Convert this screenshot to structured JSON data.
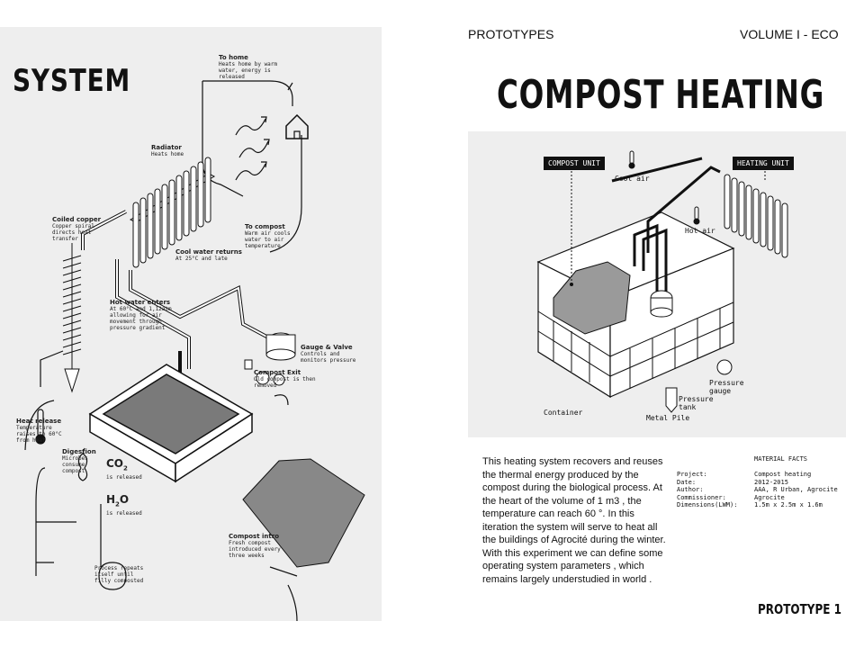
{
  "left": {
    "title": "SYSTEM",
    "labels": {
      "to_home": {
        "title": "To home",
        "text": "Heats home by warm water, energy is released"
      },
      "radiator": {
        "title": "Radiator",
        "text": "Heats home"
      },
      "to_compost": {
        "title": "To compost",
        "text": "Warm air cools water to air temperature"
      },
      "cool_water": {
        "title": "Cool water returns",
        "text": "At 25°C and late"
      },
      "coiled_copper": {
        "title": "Coiled copper",
        "text": "Copper spiral directs heat transfer"
      },
      "hot_water": {
        "title": "Hot water enters",
        "text": "At 60°C and 1,12atm allowing for air movement through pressure gradient"
      },
      "gauge_valve": {
        "title": "Gauge & Valve",
        "text": "Controls and monitors pressure"
      },
      "compost_exit": {
        "title": "Compost Exit",
        "text": "Old compost is then removed"
      },
      "heat_release": {
        "title": "Heat release",
        "text": "Temperature raises to 60°C from heat"
      },
      "digestion": {
        "title": "Digestion",
        "text": "Microbes consume compost"
      },
      "co2": {
        "formula": "CO",
        "sub": "2",
        "text": "is released"
      },
      "h2o": {
        "formula": "H",
        "sub": "2",
        "formula_tail": "O",
        "text": "is released"
      },
      "process": {
        "text": "Process repeats itself until filly composted"
      },
      "compost_intro": {
        "title": "Compost intro",
        "text": "Fresh compost introduced every three weeks"
      }
    }
  },
  "right": {
    "header_left": "PROTOTYPES",
    "header_right": "VOLUME I - ECO",
    "title": "COMPOST HEATING",
    "figure": {
      "compost_unit": "COMPOST UNIT",
      "heating_unit": "HEATING UNIT",
      "cool_air": "Cool air",
      "hot_air": "Hot air",
      "pressure_gauge": "Pressure gauge",
      "pressure_tank": "Pressure tank",
      "container": "Container",
      "metal_pile": "Metal Pile"
    },
    "body_text": "This heating system recovers and reuses the thermal energy produced by the compost during the biological process. At the heart of the volume of 1 m3 , the temperature can reach 60 °. In this iteration the system will serve to heat all the buildings of Agrocité during the winter.   With this experiment we can define some operating system parameters , which remains largely understudied in world .",
    "facts_title": "MATERIAL FACTS",
    "facts": [
      {
        "key": "Project:",
        "value": "Compost heating"
      },
      {
        "key": "Date:",
        "value": "2012-2015"
      },
      {
        "key": "Author:",
        "value": "AAA, R Urban, Agrocite"
      },
      {
        "key": "Commissioner:",
        "value": "Agrocite"
      },
      {
        "key": "Dimensions(LWM):",
        "value": "1.5m x 2.5m x 1.6m"
      }
    ],
    "footer": "PROTOTYPE 1"
  }
}
